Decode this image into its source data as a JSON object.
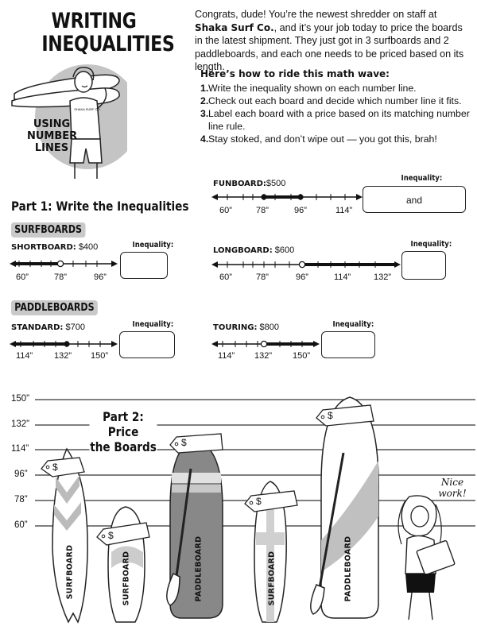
{
  "header": {
    "title_line1": "WRITING",
    "title_line2": "INEQUALITIES",
    "circle_line1": "USING",
    "circle_line2": "NUMBER",
    "circle_line3": "LINES",
    "board_brand_mark": "SHAKA SURF CO.",
    "intro_1": "Congrats, dude! You’re the newest shredder on staff at ",
    "brand": "Shaka Surf Co.",
    "intro_2": ", and it’s your job today to price the boards in the latest shipment. They just got in 3 surfboards and 2 paddleboards, and each one needs to be priced based on its length."
  },
  "steps": {
    "heading": "Here’s how to ride this math wave:",
    "items": [
      {
        "num": "1.",
        "text": "Write the inequality shown on each number line."
      },
      {
        "num": "2.",
        "text": "Check out each board and decide which number line it fits."
      },
      {
        "num": "3.",
        "text": "Label each board with a price based on its matching number line rule."
      },
      {
        "num": "4.",
        "text": "Stay stoked, and don’t wipe out — you got this, brah!"
      }
    ]
  },
  "part1": {
    "title": "Part 1: Write the Inequalities",
    "surfboards_label": "SURFBOARDS",
    "paddleboards_label": "PADDLEBOARDS",
    "inequality_label": "Inequality:",
    "funboard_answer": "and",
    "boards": {
      "shortboard": {
        "name": "SHORTBOARD:",
        "price": "$400",
        "ticks": [
          "60”",
          "78”",
          "96”"
        ]
      },
      "funboard": {
        "name": "FUNBOARD:",
        "price": "$500",
        "ticks": [
          "60”",
          "78”",
          "96”",
          "114”"
        ]
      },
      "longboard": {
        "name": "LONGBOARD:",
        "price": "$600",
        "ticks": [
          "60”",
          "78”",
          "96”",
          "114”",
          "132”"
        ]
      },
      "standard": {
        "name": "STANDARD:",
        "price": "$700",
        "ticks": [
          "114”",
          "132”",
          "150”"
        ]
      },
      "touring": {
        "name": "TOURING:",
        "price": "$800",
        "ticks": [
          "114”",
          "132”",
          "150”"
        ]
      }
    }
  },
  "part2": {
    "title_line1": "Part 2: Price",
    "title_line2": "the Boards",
    "heights": [
      "150”",
      "132”",
      "114”",
      "96”",
      "78”",
      "60”"
    ],
    "tag_symbol": "$",
    "boards": [
      "SURFBOARD",
      "SURFBOARD",
      "PADDLEBOARD",
      "SURFBOARD",
      "PADDLEBOARD"
    ],
    "speech": "Nice work!"
  }
}
